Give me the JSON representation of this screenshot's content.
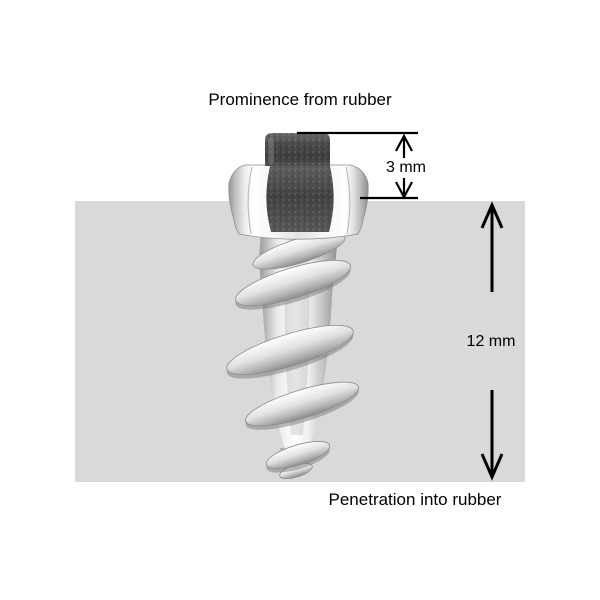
{
  "diagram": {
    "kind": "tire-stud-dimension-diagram",
    "prominence_label": "Prominence from rubber",
    "prominence_value": "3 mm",
    "penetration_value": "12 mm",
    "penetration_label": "Penetration into rubber",
    "colors": {
      "background": "#ffffff",
      "rubber_block": "#d9d9d9",
      "dimension_line": "#000000",
      "text": "#000000",
      "stud_carbide_dark": "#454545",
      "stud_metal_light": "#ffffff",
      "stud_metal_mid": "#d6d6d6",
      "stud_metal_shadow": "#8f8f8f"
    },
    "parts": {
      "rubber_block": "rubber block cross-section",
      "stud": "screw-in tire stud with carbide pin, hex flange and tapered screw thread",
      "upper_dimension": "prominence above rubber surface",
      "side_dimension": "penetration depth inside rubber"
    }
  }
}
